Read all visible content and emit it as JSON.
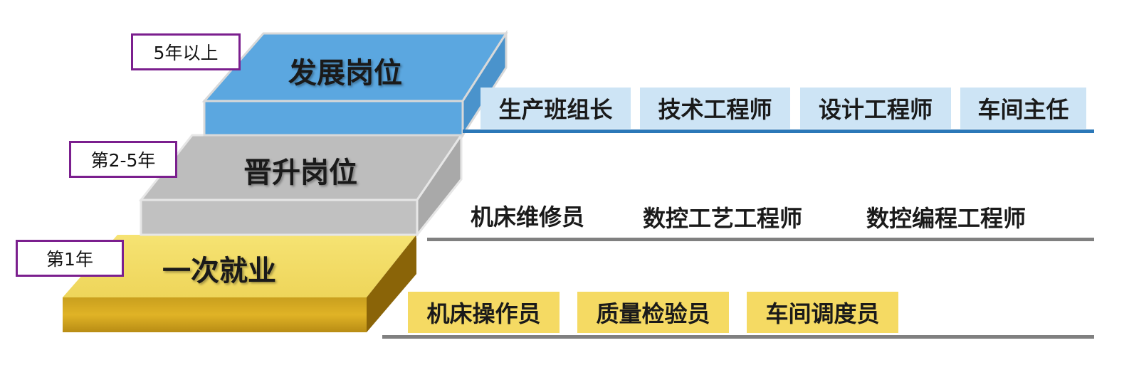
{
  "colors": {
    "top_step": "#5ba7e0",
    "mid_step": "#c4c4c4",
    "base_step": "#f1dc5c",
    "tag_border": "#7b1f8e",
    "top_rule": "#2b78b8",
    "gray_rule": "#808080"
  },
  "levels": {
    "top": {
      "title": "发展岗位",
      "period": "5年以上",
      "jobs": [
        "生产班组长",
        "技术工程师",
        "设计工程师",
        "车间主任"
      ]
    },
    "middle": {
      "title": "晋升岗位",
      "period": "第2-5年",
      "jobs": [
        "机床维修员",
        "数控工艺工程师",
        "数控编程工程师"
      ]
    },
    "base": {
      "title": "一次就业",
      "period": "第1年",
      "jobs": [
        "机床操作员",
        "质量检验员",
        "车间调度员"
      ]
    }
  }
}
